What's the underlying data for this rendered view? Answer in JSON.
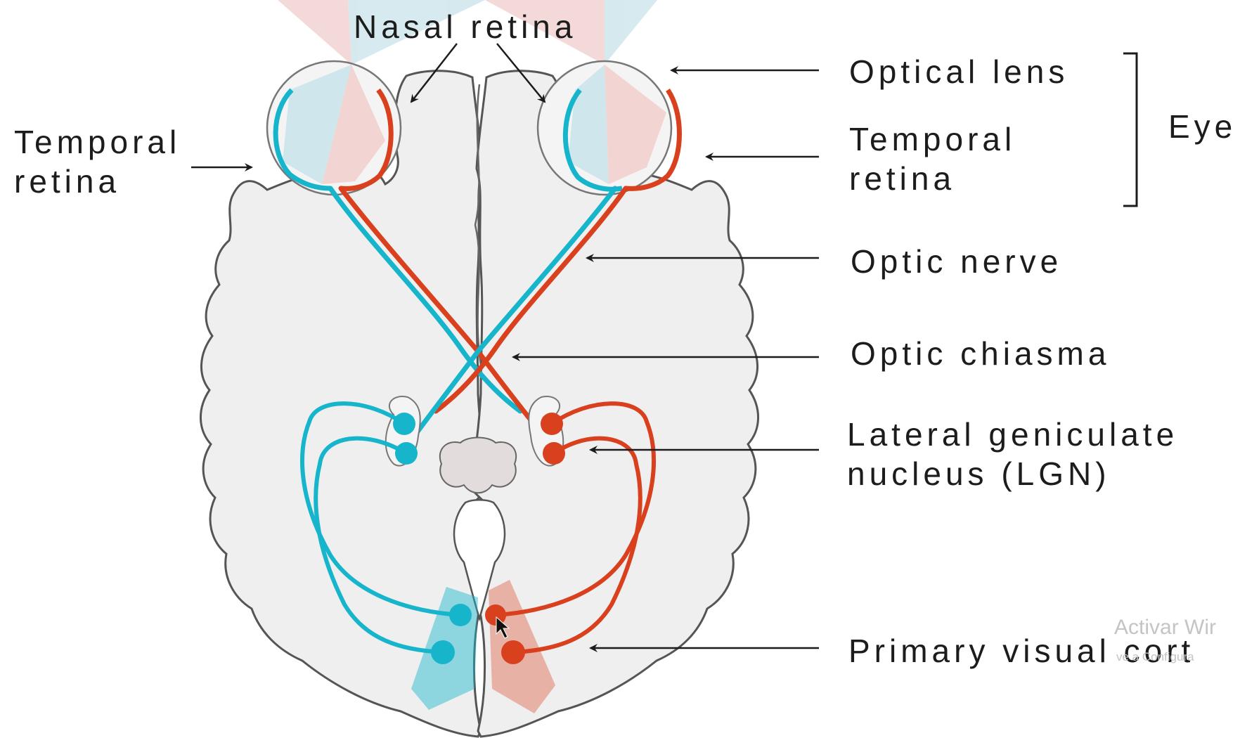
{
  "labels": {
    "nasal_retina": "Nasal retina",
    "temporal_retina_left_line1": "Temporal",
    "temporal_retina_left_line2": "retina",
    "optical_lens": "Optical lens",
    "temporal_retina_right_line1": "Temporal",
    "temporal_retina_right_line2": "retina",
    "eye": "Eye",
    "optic_nerve": "Optic nerve",
    "optic_chiasma": "Optic chiasma",
    "lgn_line1": "Lateral geniculate",
    "lgn_line2": "nucleus (LGN)",
    "primary_visual_cortex": "Primary visual cort"
  },
  "watermark": {
    "line1": "Activar Wir",
    "line2": "ve a Configura"
  },
  "colors": {
    "cyan_pathway": "#16b5cc",
    "red_pathway": "#d9401e",
    "brain_fill": "#efefef",
    "brain_outline": "#555555",
    "cyan_field": "#cfe6ec",
    "red_field": "#f2d4d2",
    "text": "#1c1c1c"
  }
}
